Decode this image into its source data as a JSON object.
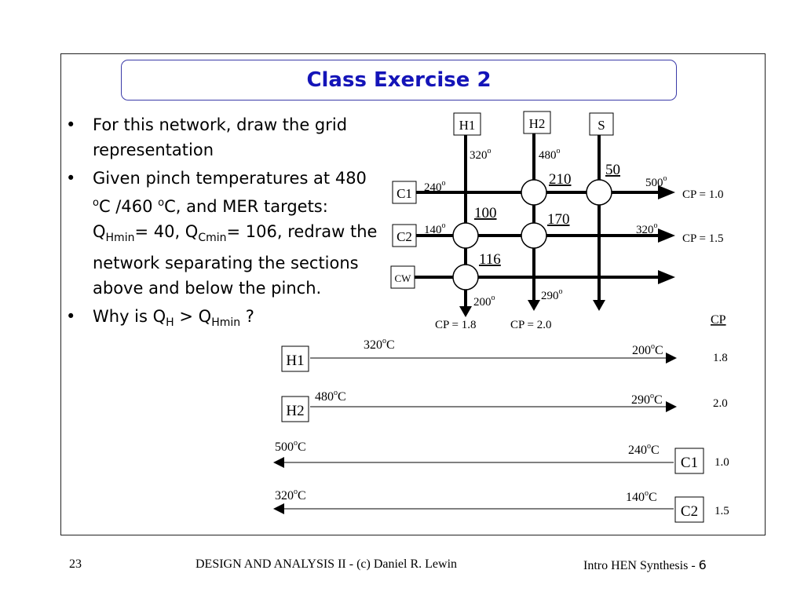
{
  "title": "Class Exercise 2",
  "bullets": {
    "b1": "For this network, draw the grid representation",
    "b2_a": "Given pinch temperatures at 480 ",
    "b2_deg": "o",
    "b2_b": "C /460 ",
    "b2_c": "C, and MER targets: Q",
    "b2_sub1": "Hmin",
    "b2_d": "= 40, Q",
    "b2_sub2": "Cmin",
    "b2_e": "= 106, redraw the network separating the sections above and below the pinch.",
    "b3_a": "Why is Q",
    "b3_sub1": "H",
    "b3_b": " > Q",
    "b3_sub2": "Hmin",
    "b3_c": " ?"
  },
  "network": {
    "labels": {
      "h1": "H1",
      "h2": "H2",
      "s": "S",
      "c1": "C1",
      "c2": "C2",
      "cw": "CW"
    },
    "temps": {
      "h1_in": "320",
      "h2_in": "480",
      "c1_in": "240",
      "c1_out": "500",
      "c2_in": "140",
      "c2_out": "320",
      "h1_out": "200",
      "h2_out": "290"
    },
    "duties": {
      "d210": "210",
      "d50": "50",
      "d100": "100",
      "d170": "170",
      "d116": "116"
    },
    "cp": {
      "c1": "CP = 1.0",
      "c2": "CP = 1.5",
      "h1": "CP = 1.8",
      "h2": "CP = 2.0"
    }
  },
  "streams": {
    "header": "CP",
    "rows": [
      {
        "label": "H1",
        "start": "320",
        "end": "200",
        "unit": "C",
        "cp": "1.8"
      },
      {
        "label": "H2",
        "start": "480",
        "end": "290",
        "unit": "C",
        "cp": "2.0"
      },
      {
        "label": "C1",
        "start": "500",
        "end": "240",
        "unit": "C",
        "cp": "1.0"
      },
      {
        "label": "C2",
        "start": "320",
        "end": "140",
        "unit": "C",
        "cp": "1.5"
      }
    ]
  },
  "deg": "o",
  "footer": {
    "page": "23",
    "center": "DESIGN AND ANALYSIS II - (c) Daniel R. Lewin",
    "right_a": "Intro HEN Synthesis - ",
    "right_b": "6"
  }
}
